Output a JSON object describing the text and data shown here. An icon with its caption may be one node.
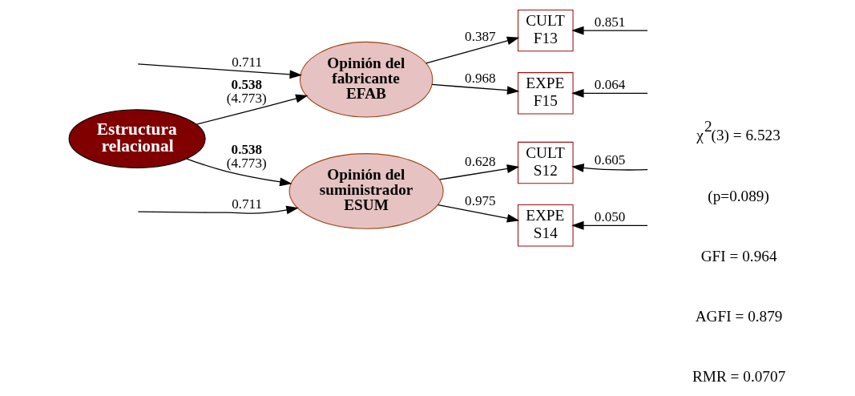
{
  "diagram": {
    "nodes": [
      {
        "text": [
          "Estructura relacional"
        ]
      },
      {
        "text": [
          "Opinión del fabricante EFAB"
        ]
      },
      {
        "text": [
          "Opinión del suministrador ESUM"
        ]
      },
      {
        "text": [
          "CULT F13"
        ]
      },
      {
        "text": [
          "EXPE F15"
        ]
      },
      {
        "text": [
          "CULT S12"
        ]
      },
      {
        "text": [
          "EXPE S14"
        ]
      }
    ],
    "edges": [
      {
        "from": 0,
        "to": 1,
        "arrow": "to",
        "label": "**0.538** (4.773)"
      },
      {
        "from": 0,
        "to": 2,
        "arrow": "to",
        "label": "**0.538** (4.773)"
      },
      {
        "from": null,
        "to": 1,
        "arrow": "to",
        "label": "0.711"
      },
      {
        "from": null,
        "to": 2,
        "arrow": "to",
        "label": "0.711"
      },
      {
        "from": 1,
        "to": 3,
        "arrow": "to",
        "label": "0.387"
      },
      {
        "from": 1,
        "to": 4,
        "arrow": "to",
        "label": "0.968"
      },
      {
        "from": 2,
        "to": 5,
        "arrow": "to",
        "label": "0.628"
      },
      {
        "from": 2,
        "to": 6,
        "arrow": "to",
        "label": "0.975"
      },
      {
        "from": null,
        "to": 3,
        "arrow": "to",
        "label": "0.851"
      },
      {
        "from": null,
        "to": 4,
        "arrow": "to",
        "label": "0.064"
      },
      {
        "from": null,
        "to": 5,
        "arrow": "to",
        "label": "0.605"
      },
      {
        "from": null,
        "to": 6,
        "arrow": "to",
        "label": "0.050"
      }
    ],
    "labels": [
      "χ$^{2}$(3) = 6.523",
      "(p=0.089)",
      "GFI = 0.964",
      "AGFI = 0.879",
      "RMR = 0.0707"
    ]
  }
}
